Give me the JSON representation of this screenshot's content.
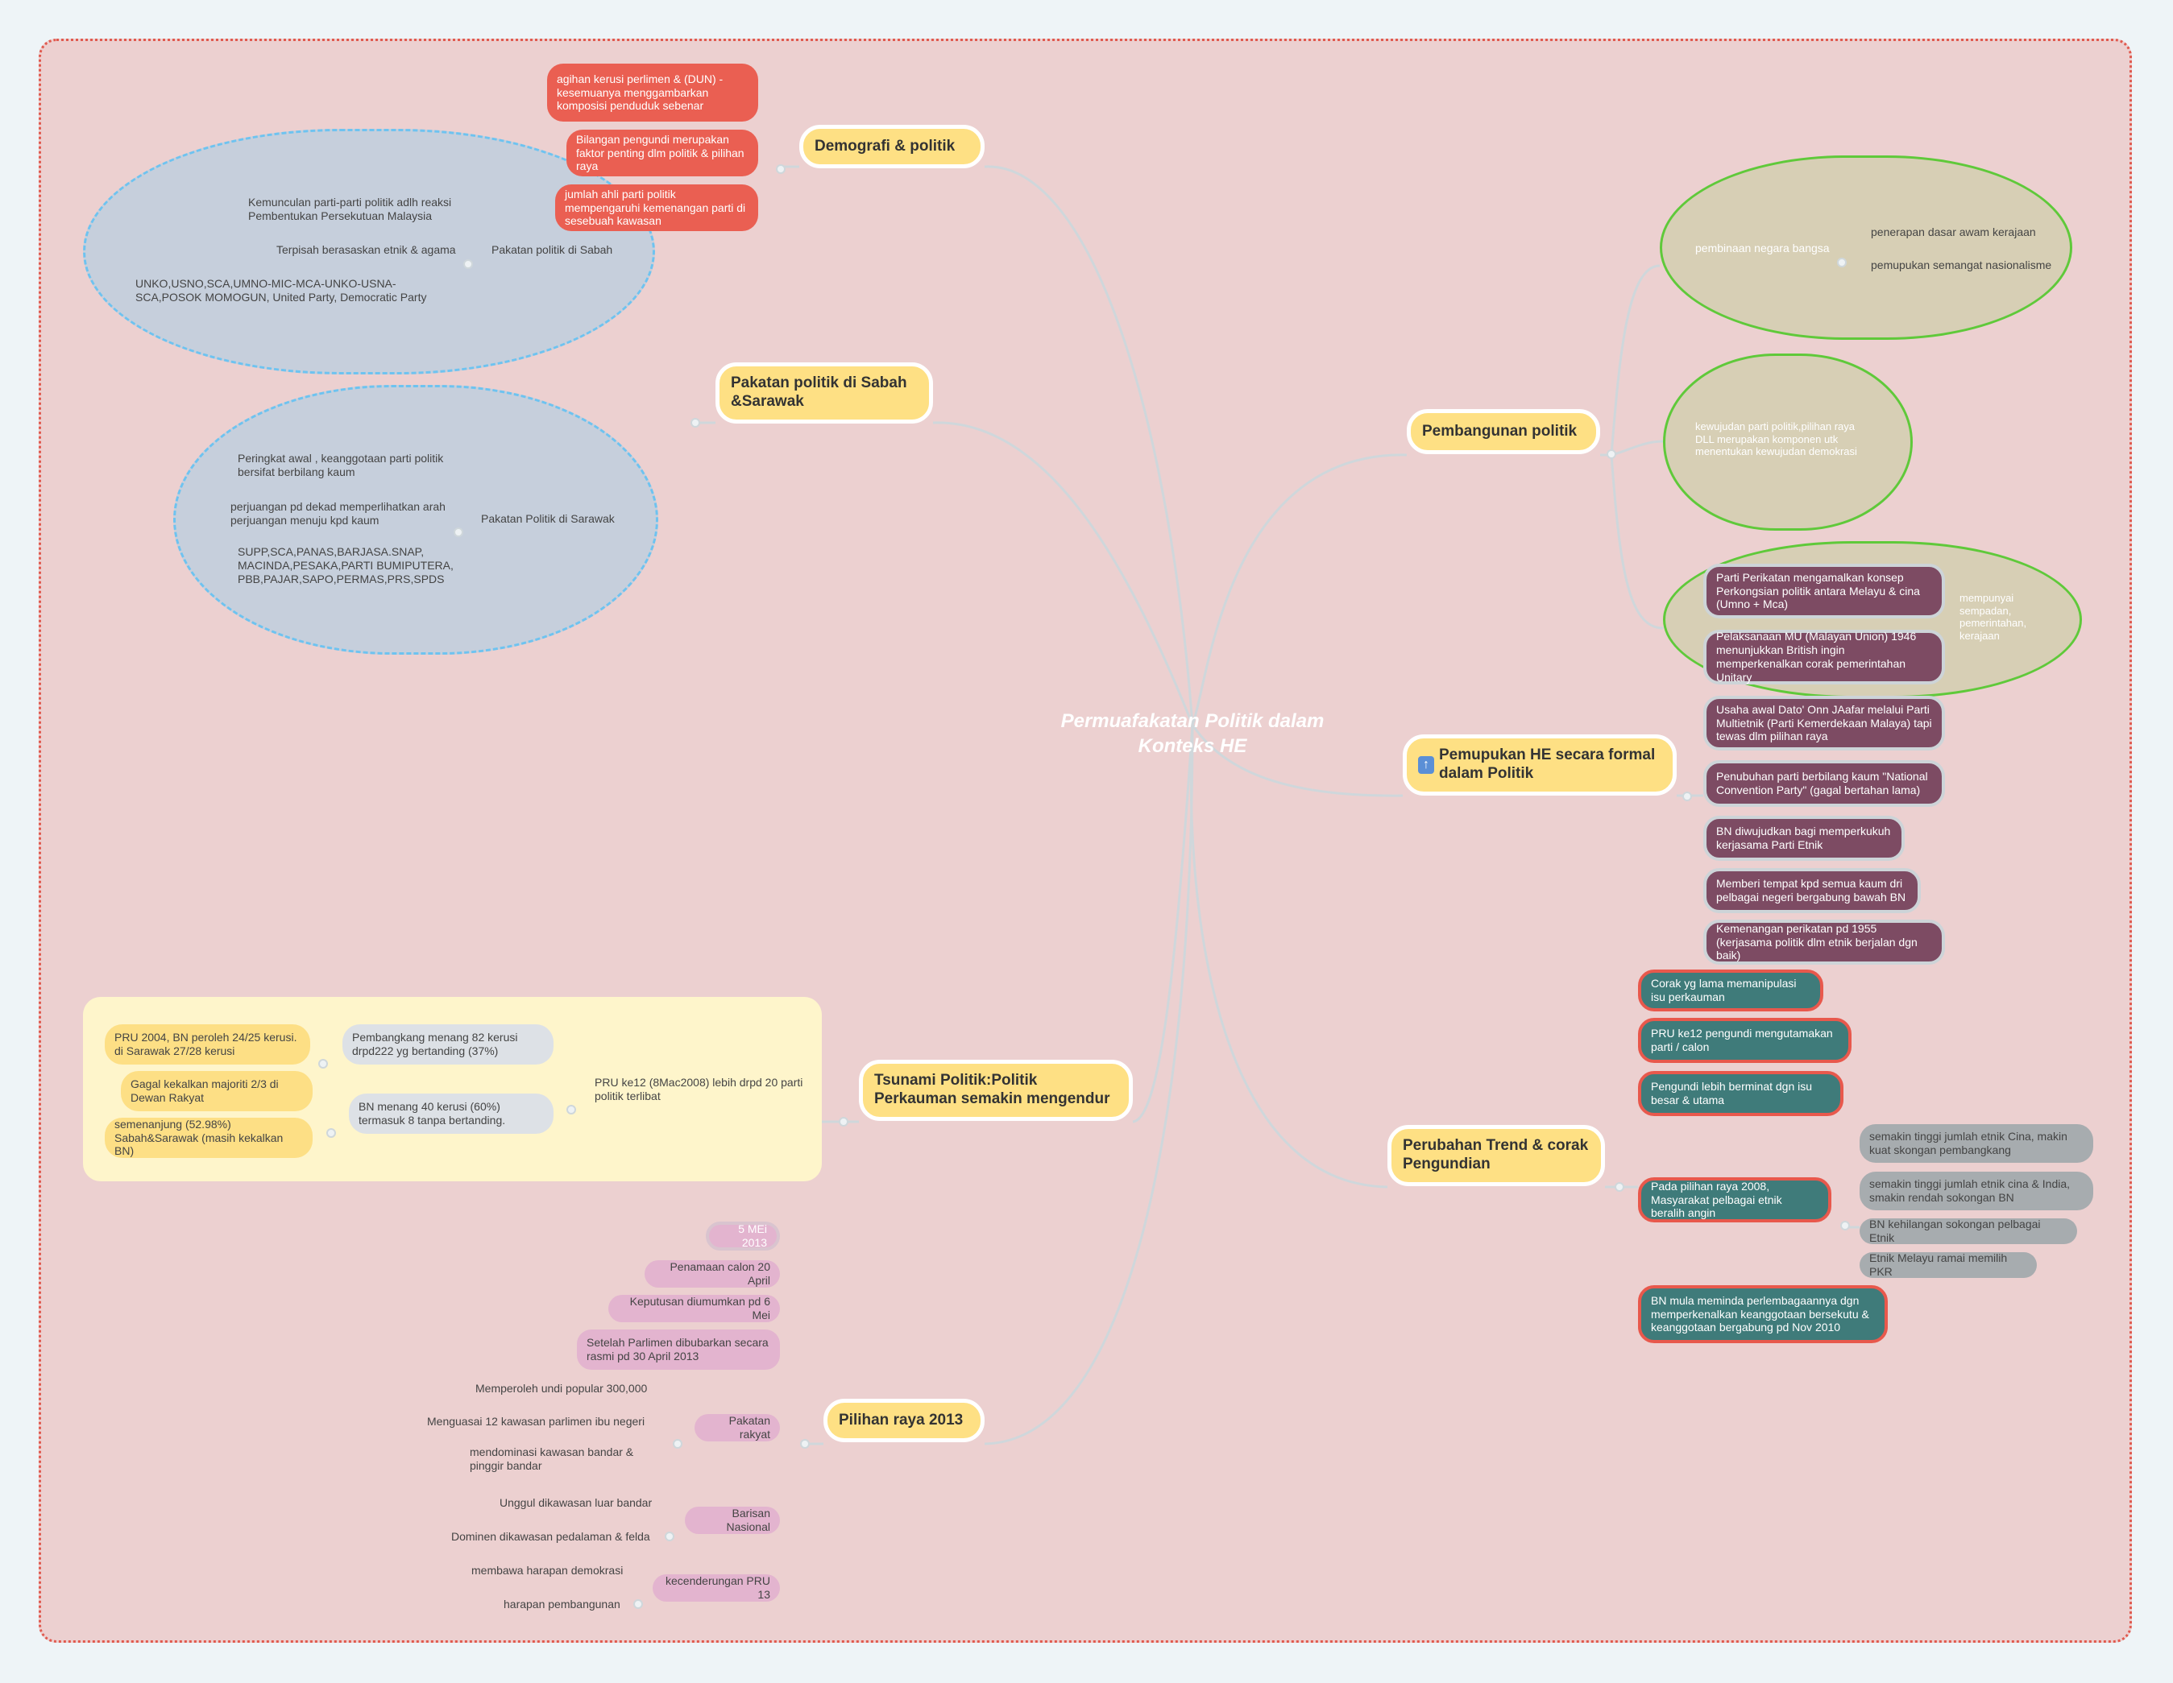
{
  "central_topic": "Permuafakatan Politik dalam Konteks HE",
  "demografi": {
    "title": "Demografi & politik",
    "items": [
      "agihan kerusi perlimen & (DUN) -kesemuanya menggambarkan komposisi penduduk sebenar",
      "Bilangan pengundi merupakan faktor penting dlm politik & pilihan raya",
      "jumlah ahli parti politik mempengaruhi kemenangan parti di sesebuah kawasan"
    ]
  },
  "pakatan_sabah_sarawak": {
    "title": "Pakatan politik di Sabah &Sarawak",
    "sabah": {
      "label": "Pakatan politik di Sabah",
      "items": [
        "Kemunculan parti-parti politik adlh reaksi Pembentukan Persekutuan Malaysia",
        "Terpisah berasaskan etnik & agama",
        "UNKO,USNO,SCA,UMNO-MIC-MCA-UNKO-USNA-SCA,POSOK MOMOGUN, United Party, Democratic Party"
      ]
    },
    "sarawak": {
      "label": "Pakatan Politik di Sarawak",
      "items": [
        "Peringkat awal , keanggotaan parti politik bersifat berbilang kaum",
        "perjuangan pd dekad memperlihatkan arah perjuangan menuju kpd kaum",
        "SUPP,SCA,PANAS,BARJASA.SNAP, MACINDA,PESAKA,PARTI BUMIPUTERA, PBB,PAJAR,SAPO,PERMAS,PRS,SPDS"
      ]
    }
  },
  "pembangunan": {
    "title": "Pembangunan politik",
    "negara_bangsa": {
      "label": "pembinaan negara bangsa",
      "items": [
        "penerapan dasar awam kerajaan",
        "pemupukan semangat nasionalisme"
      ]
    },
    "demokrasi": "kewujudan parti politik,pilihan raya DLL merupakan komponen utk menentukan kewujudan demokrasi",
    "hidden_partial": "mempunyai sempadan, pemerintahan, kerajaan"
  },
  "pemupukan": {
    "icon": "arrow-up-icon",
    "title": "Pemupukan HE secara formal dalam Politik",
    "items": [
      "Parti Perikatan mengamalkan konsep Perkongsian politik antara Melayu & cina (Umno + Mca)",
      "Pelaksanaan MU (Malayan Union) 1946 menunjukkan British ingin memperkenalkan corak pemerintahan Unitary",
      "Usaha awal Dato' Onn JAafar melalui Parti Multietnik (Parti Kemerdekaan Malaya) tapi tewas dlm pilihan raya",
      "Penubuhan parti berbilang kaum \"National Convention Party\" (gagal bertahan lama)",
      "BN diwujudkan bagi memperkukuh kerjasama Parti Etnik",
      "Memberi tempat kpd semua kaum dri pelbagai negeri bergabung bawah BN",
      "Kemenangan perikatan pd 1955 (kerjasama politik dlm etnik berjalan dgn baik)"
    ]
  },
  "perubahan": {
    "title": "Perubahan Trend & corak Pengundian",
    "items": [
      "Corak yg lama memanipulasi isu perkauman",
      "PRU ke12 pengundi mengutamakan parti / calon",
      "Pengundi lebih berminat dgn isu besar & utama",
      "Pada pilihan raya 2008, Masyarakat pelbagai etnik beralih angin",
      "BN mula meminda perlembagaannya dgn memperkenalkan keanggotaan bersekutu & keanggotaan bergabung pd Nov 2010"
    ],
    "sub_2008": [
      "semakin tinggi jumlah etnik Cina, makin kuat skongan pembangkang",
      "semakin tinggi jumlah etnik cina & India, smakin rendah sokongan BN",
      "BN kehilangan sokongan pelbagai Etnik",
      "Etnik Melayu ramai memilih PKR"
    ]
  },
  "tsunami": {
    "title": "Tsunami Politik:Politik Perkauman semakin mengendur",
    "pru12": "PRU ke12 (8Mac2008) lebih drpd 20 parti politik terlibat",
    "pembangkang": "Pembangkang menang 82 kerusi drpd222 yg bertanding (37%)",
    "pembangkang_sub": [
      "PRU 2004, BN peroleh 24/25 kerusi. di Sarawak 27/28 kerusi"
    ],
    "bn": "BN menang 40 kerusi (60%) termasuk 8 tanpa bertanding.",
    "bn_sub": [
      "Gagal kekalkan majoriti 2/3 di Dewan Rakyat",
      "semenanjung (52.98%) Sabah&Sarawak (masih kekalkan BN)"
    ]
  },
  "pilihan_raya": {
    "title": "Pilihan raya 2013",
    "items": [
      "5 MEi 2013",
      "Penamaan calon 20 April",
      "Keputusan diumumkan pd 6 Mei",
      "Setelah Parlimen dibubarkan secara rasmi pd 30 April 2013"
    ],
    "pakatan": {
      "label": "Pakatan rakyat",
      "items": [
        "Memperoleh undi popular 300,000",
        "Menguasai 12 kawasan parlimen ibu negeri",
        "mendominasi kawasan bandar & pinggir bandar"
      ]
    },
    "bn": {
      "label": "Barisan Nasional",
      "items": [
        "Unggul dikawasan luar bandar",
        "Dominen dikawasan pedalaman & felda"
      ]
    },
    "pru13": {
      "label": "kecenderungan PRU 13",
      "items": [
        "membawa harapan demokrasi",
        "harapan pembangunan"
      ]
    }
  }
}
